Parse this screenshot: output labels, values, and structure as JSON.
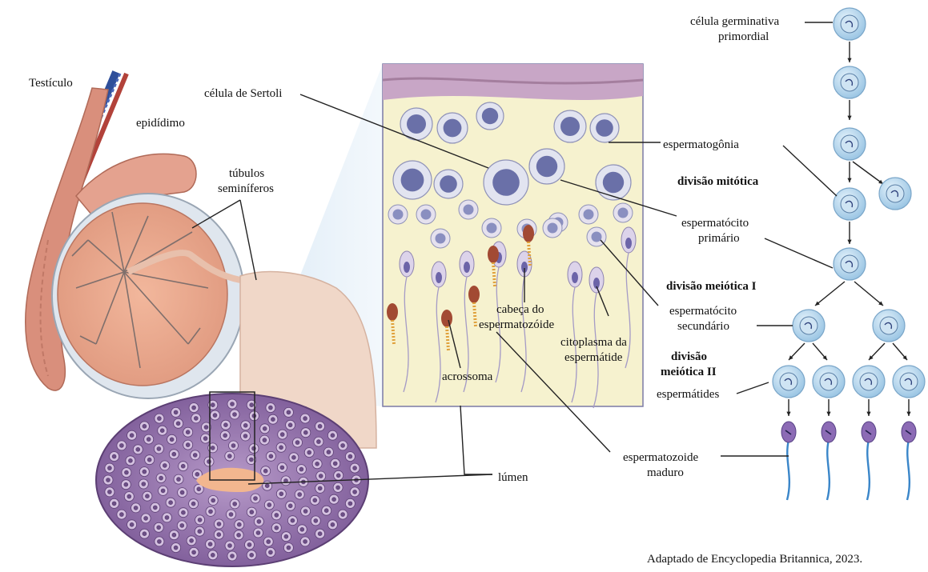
{
  "labels": {
    "testiculo": "Testículo",
    "epididimo": "epidídimo",
    "tubulos": "túbulos",
    "seminiferos": "seminíferos",
    "sertoli": "célula de Sertoli",
    "cabeca1": "cabeça do",
    "cabeca2": "espermatozóide",
    "citoplasma1": "citoplasma da",
    "citoplasma2": "espermátide",
    "acrossoma": "acrossoma",
    "lumen": "lúmen",
    "espermatozoide_maduro1": "espermatozoide",
    "espermatozoide_maduro2": "maduro",
    "germinativa1": "célula germinativa",
    "germinativa2": "primordial",
    "espermatogonia": "espermatogônia",
    "divisao_mitotica": "divisão mitótica",
    "esp_primario1": "espermatócito",
    "esp_primario2": "primário",
    "divisao_meiotica_1": "divisão meiótica I",
    "esp_secundario1": "espermatócito",
    "esp_secundario2": "secundário",
    "divisao_meiotica_2a": "divisão",
    "divisao_meiotica_2b": "meiótica II",
    "espermatides": "espermátides",
    "credit": "Adaptado de Encyclopedia Britannica, 2023."
  },
  "colors": {
    "testis_flesh": "#e8a98f",
    "epididymis": "#d98c7a",
    "tubule_purple": "#8f6aa6",
    "cell_blue": "#b8d8ee",
    "nucleus": "#6a70a8",
    "inset_bg": "#f6f2cf",
    "sperm_tail": "#3a86c9",
    "sperm_head": "#8c6bb5"
  }
}
